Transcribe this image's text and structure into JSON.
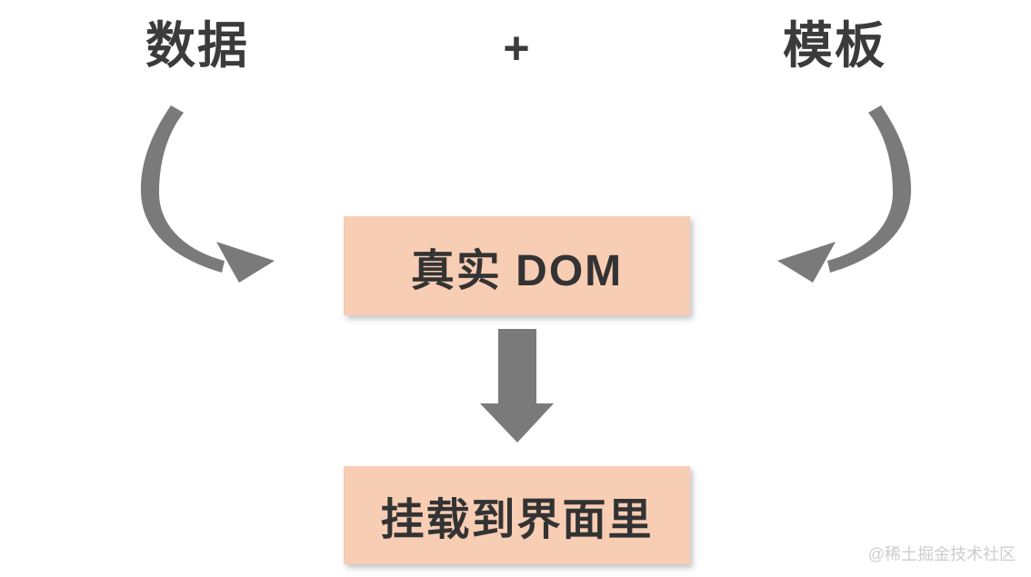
{
  "diagram": {
    "top_row": {
      "left_label": "数据",
      "operator": "+",
      "right_label": "模板"
    },
    "center_box": {
      "label": "真实 DOM"
    },
    "bottom_box": {
      "label": "挂载到界面里"
    },
    "watermark": "@稀土掘金技术社区",
    "icons": {
      "left_arrow": "curved-arrow-down-right",
      "right_arrow": "curved-arrow-down-left",
      "center_arrow": "block-arrow-down"
    },
    "colors": {
      "background": "#ffffff",
      "box_bg": "#f7cdb4",
      "box_text": "#333333",
      "heading_text": "#3b3b3b",
      "arrow": "#7a7a7a",
      "watermark_text": "#cdcdcd"
    }
  }
}
